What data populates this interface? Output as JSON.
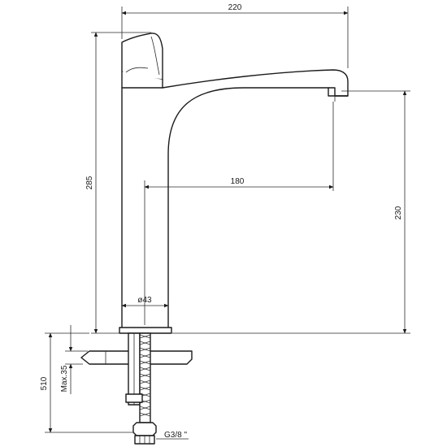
{
  "dimensions": {
    "overall_width": "220",
    "total_height": "285",
    "spout_reach": "180",
    "spout_height": "230",
    "body_diameter": "ø43",
    "deck_height": "510",
    "max_thickness": "Max.35",
    "connection": "G3/8 \""
  },
  "colors": {
    "line": "#1a1a1a",
    "background": "#ffffff"
  }
}
